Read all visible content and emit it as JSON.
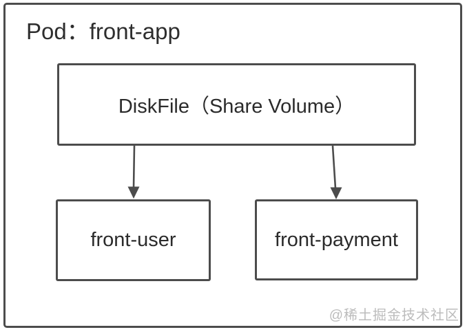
{
  "diagram": {
    "title": "Pod：front-app",
    "nodes": [
      {
        "id": "diskfile",
        "label": "DiskFile（Share Volume）"
      },
      {
        "id": "front-user",
        "label": "front-user"
      },
      {
        "id": "front-payment",
        "label": "front-payment"
      }
    ],
    "edges": [
      {
        "from": "DiskFile（Share Volume）",
        "to": "front-user",
        "type": "arrow-down"
      },
      {
        "from": "DiskFile（Share Volume）",
        "to": "front-payment",
        "type": "arrow-down"
      }
    ],
    "colors": {
      "line": "#4c4c4c",
      "text": "#2e2e2e",
      "watermark_text": "#bcbcbc",
      "background": "#ffffff"
    }
  },
  "watermark": "@稀土掘金技术社区"
}
